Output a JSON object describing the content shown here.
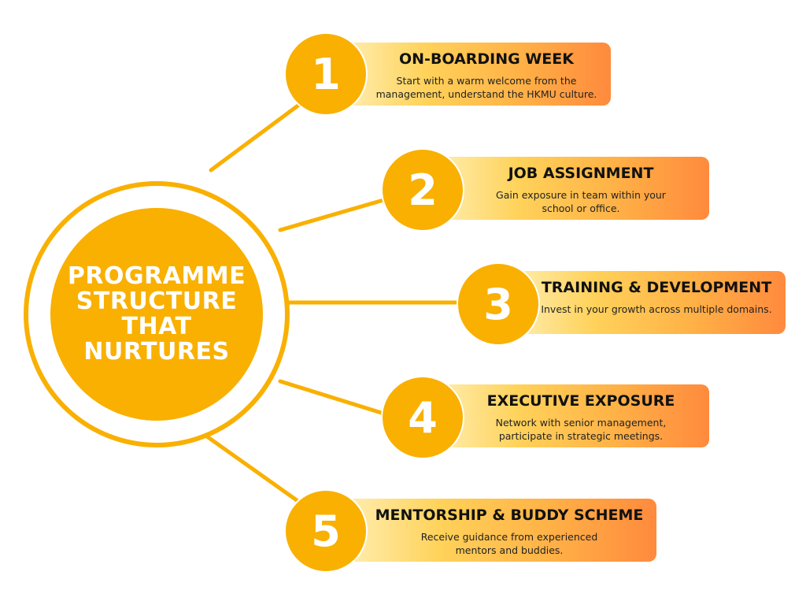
{
  "diagram": {
    "hub": {
      "title": "PROGRAMME\nSTRUCTURE\nTHAT\nNURTURES"
    },
    "steps": [
      {
        "number": "1",
        "title": "ON-BOARDING WEEK",
        "description": "Start with a warm welcome from the\nmanagement, understand the HKMU culture."
      },
      {
        "number": "2",
        "title": "JOB ASSIGNMENT",
        "description": "Gain exposure in team within your\nschool or office."
      },
      {
        "number": "3",
        "title": "TRAINING & DEVELOPMENT",
        "description": "Invest in your growth across multiple domains."
      },
      {
        "number": "4",
        "title": "EXECUTIVE EXPOSURE",
        "description": "Network with senior management,\nparticipate in strategic meetings."
      },
      {
        "number": "5",
        "title": "MENTORSHIP & BUDDY SCHEME",
        "description": "Receive guidance from experienced\nmentors and buddies."
      }
    ]
  },
  "colors": {
    "accent": "#f9b000",
    "gradient_start": "#fff0b8",
    "gradient_end": "#ff8a3d",
    "text_dark": "#111111",
    "badge_text": "#ffffff"
  }
}
